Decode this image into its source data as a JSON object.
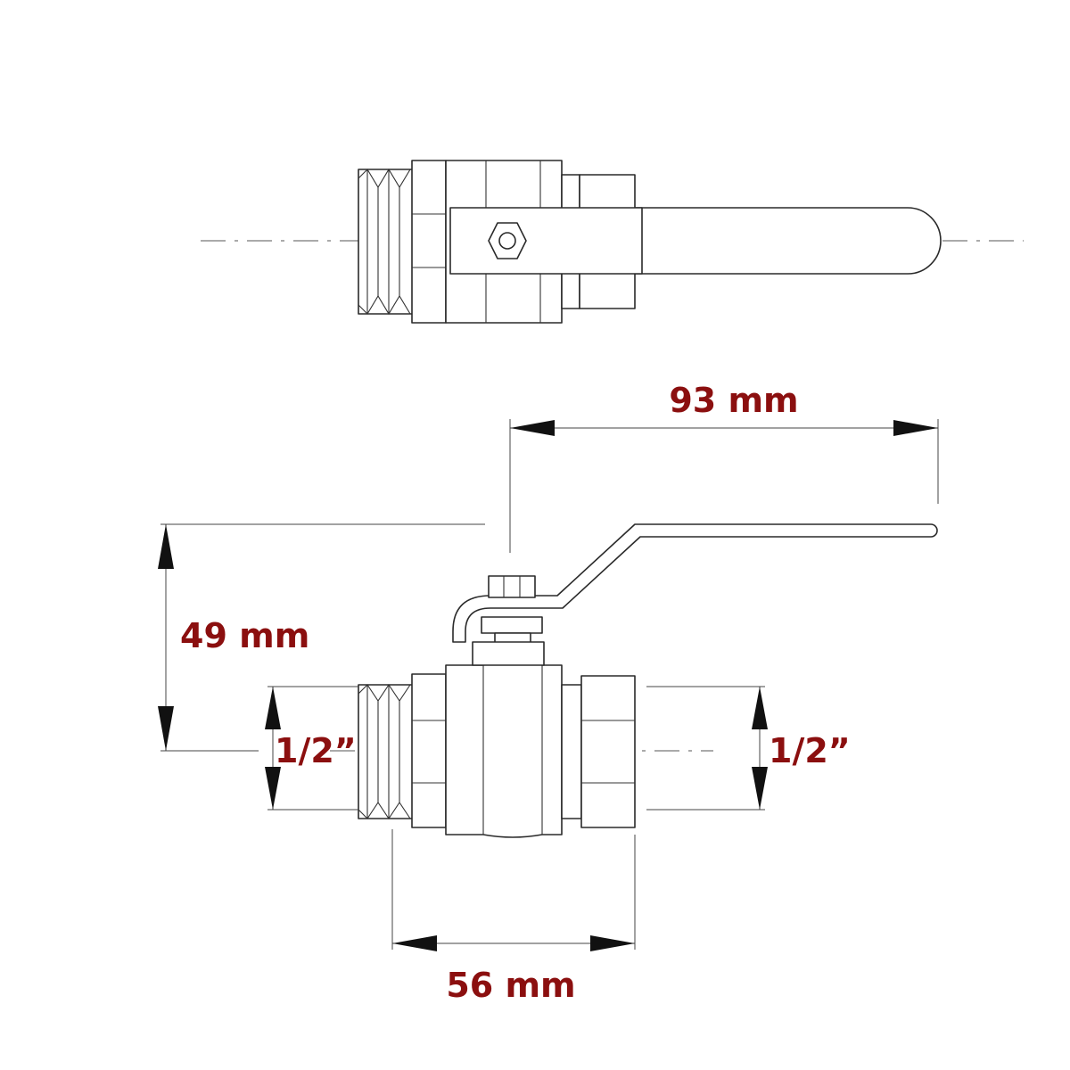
{
  "dimensions": {
    "handle_length": "93 mm",
    "height": "49 mm",
    "inlet_thread": "1/2”",
    "outlet_thread": "1/2”",
    "body_length": "56 mm"
  },
  "colors": {
    "dimension_text": "#8b0f0f",
    "outline": "#2a2a2a"
  }
}
